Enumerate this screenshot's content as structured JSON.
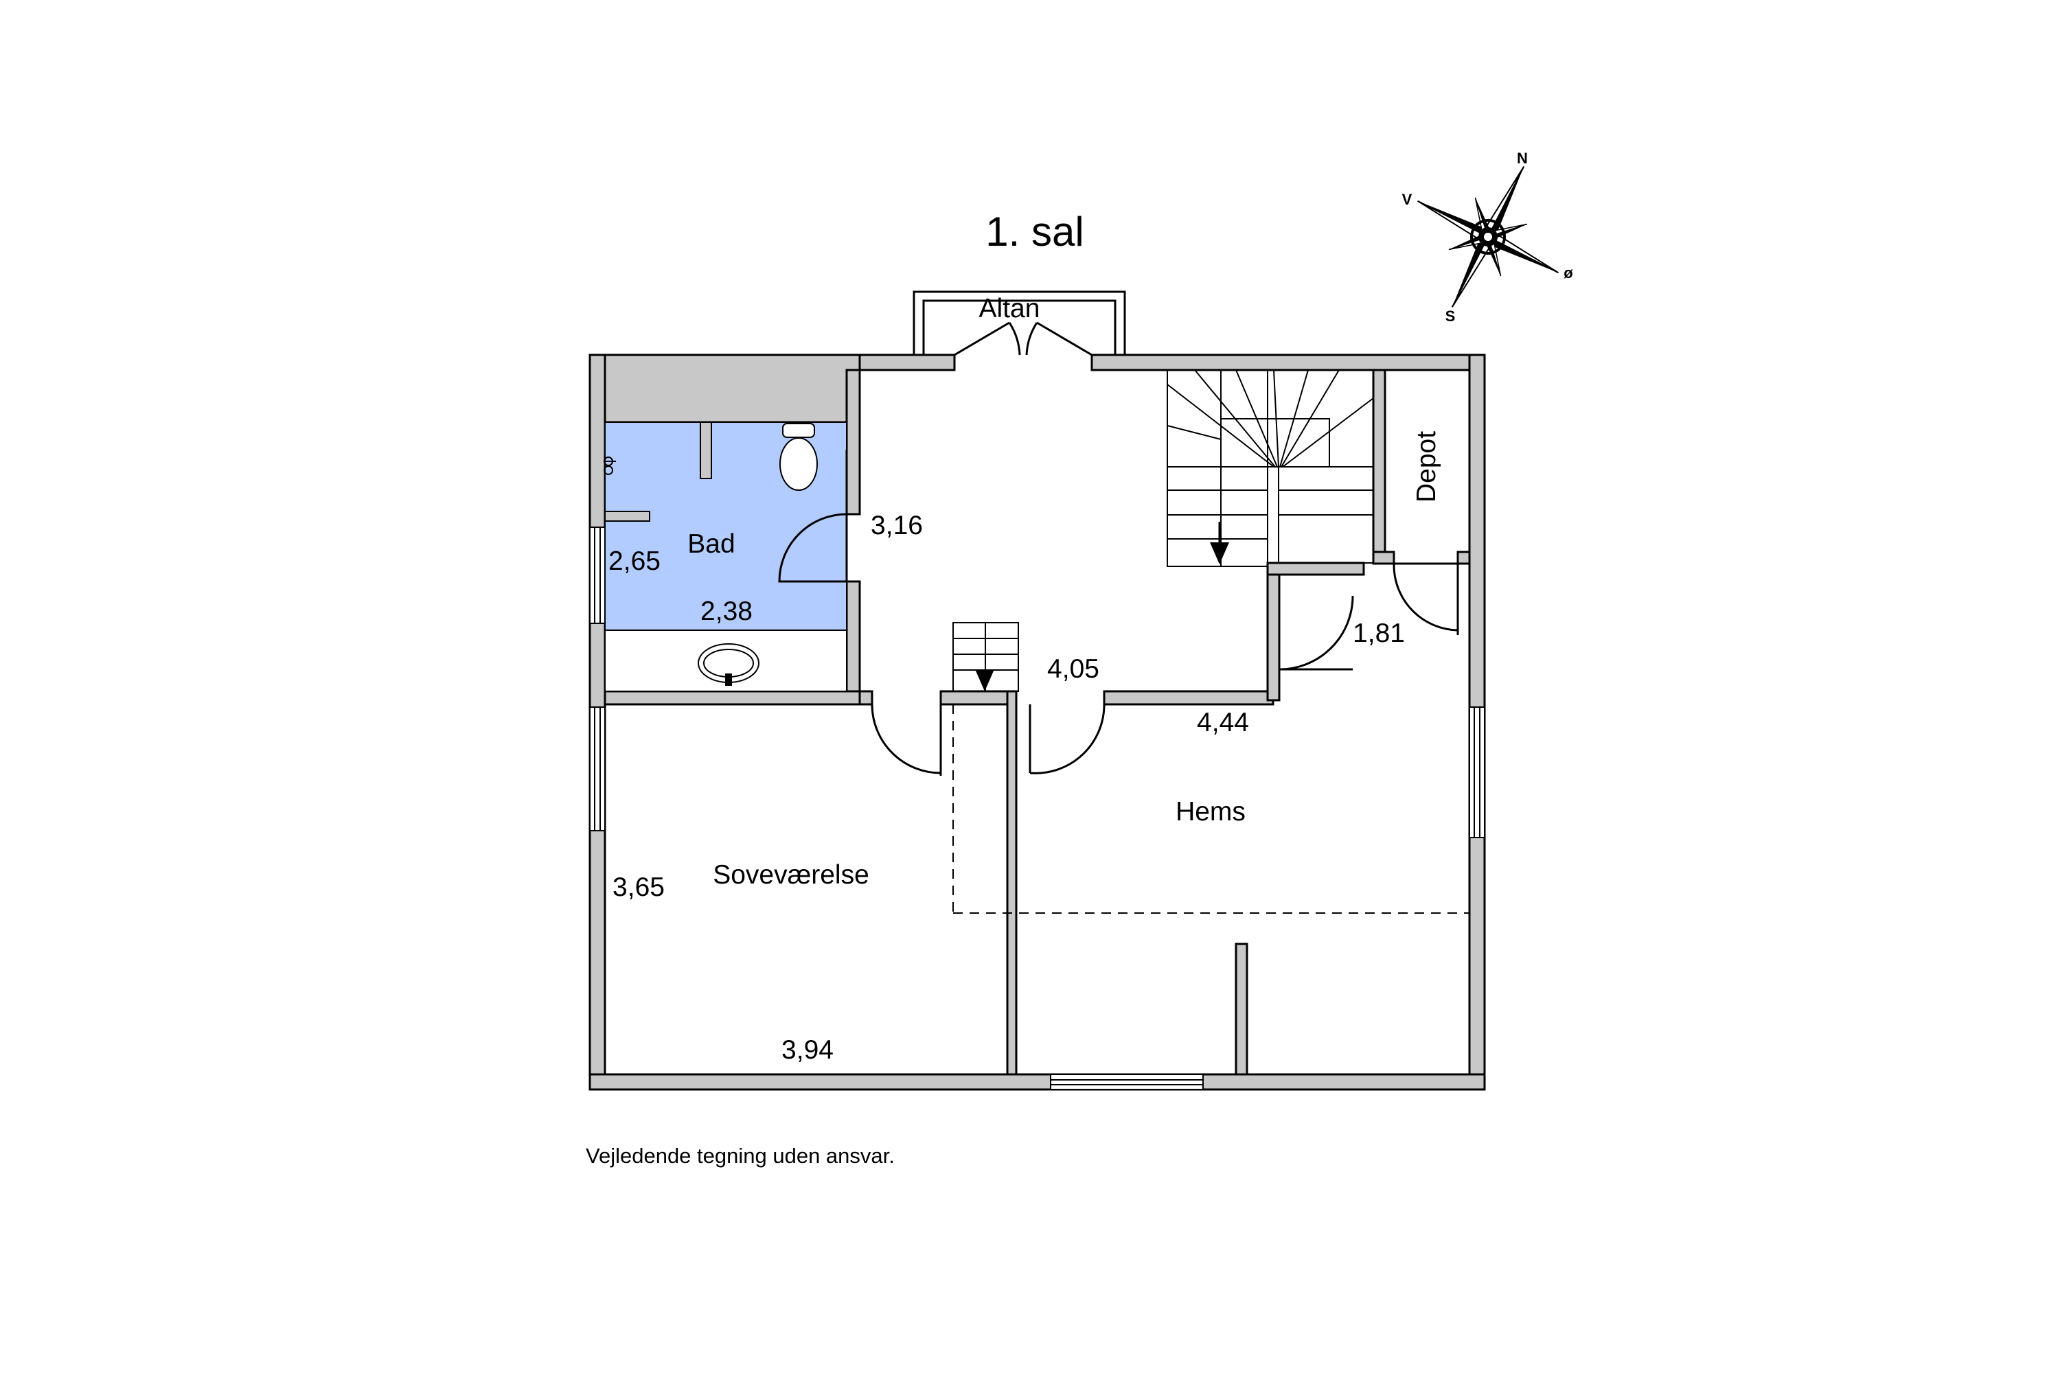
{
  "title": "1. sal",
  "rooms": {
    "bad": "Bad",
    "altan": "Altan",
    "depot": "Depot",
    "hems": "Hems",
    "sovevaerelse": "Soveværelse"
  },
  "dimensions": {
    "bad_height": "2,65",
    "bad_width": "2,38",
    "hall_width": "3,16",
    "stair_hall": "4,05",
    "hems_width": "4,44",
    "depot_side": "1,81",
    "sove_height": "3,65",
    "sove_width": "3,94"
  },
  "compass": {
    "n": "N",
    "s": "S",
    "v": "V",
    "o": "ø"
  },
  "footer": "Vejledende tegning uden ansvar.",
  "colors": {
    "wall": "#c8c8c8",
    "bathroom": "#b3ccff",
    "line": "#000000"
  }
}
